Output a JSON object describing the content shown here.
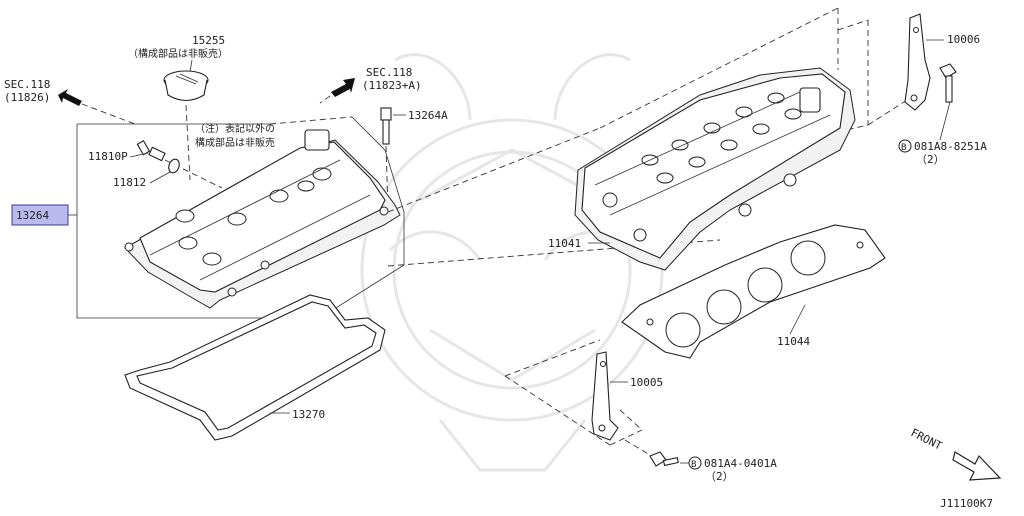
{
  "diagram": {
    "ref_code": "J11100K7",
    "front_label": "FRONT",
    "parts": {
      "p15255": "15255",
      "p15255_note": "（構成部品は非販売）",
      "note_main_1": "（注）表記以外の",
      "note_main_2": "構成部品は非販売",
      "p13264a": "13264A",
      "p11810p": "11810P",
      "p11812": "11812",
      "p13264": "13264",
      "p13270": "13270",
      "p11041": "11041",
      "p11044": "11044",
      "p10005": "10005",
      "p10006": "10006",
      "bolt_a_code": "081A8-8251A",
      "bolt_a_qty": "（2）",
      "bolt_b_code": "081A4-0401A",
      "bolt_b_qty": "（2）",
      "bolt_marker": "B"
    },
    "sec_refs": {
      "left_code": "SEC.118",
      "left_sub": "(11826)",
      "right_code": "SEC.118",
      "right_sub": "(11823+A)"
    }
  }
}
